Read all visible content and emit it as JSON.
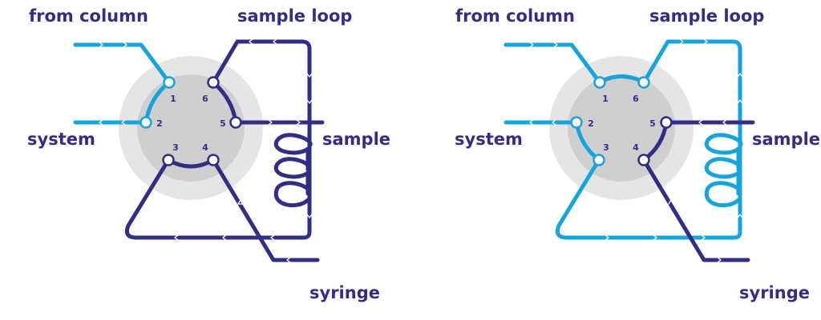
{
  "colors": {
    "dark": "#332e85",
    "light": "#16a4dc",
    "disc_outer": "#e5e5e5",
    "disc_inner": "#cfcfcf"
  },
  "left": {
    "labels": {
      "from_column": "from column",
      "sample_loop": "sample loop",
      "system": "system",
      "sample": "sample",
      "syringe": "syringe"
    },
    "ports": [
      "1",
      "2",
      "3",
      "4",
      "5",
      "6"
    ]
  },
  "right": {
    "labels": {
      "from_column": "from column",
      "sample_loop": "sample loop",
      "system": "system",
      "sample": "sample",
      "syringe": "syringe"
    },
    "ports": [
      "1",
      "2",
      "3",
      "4",
      "5",
      "6"
    ]
  }
}
